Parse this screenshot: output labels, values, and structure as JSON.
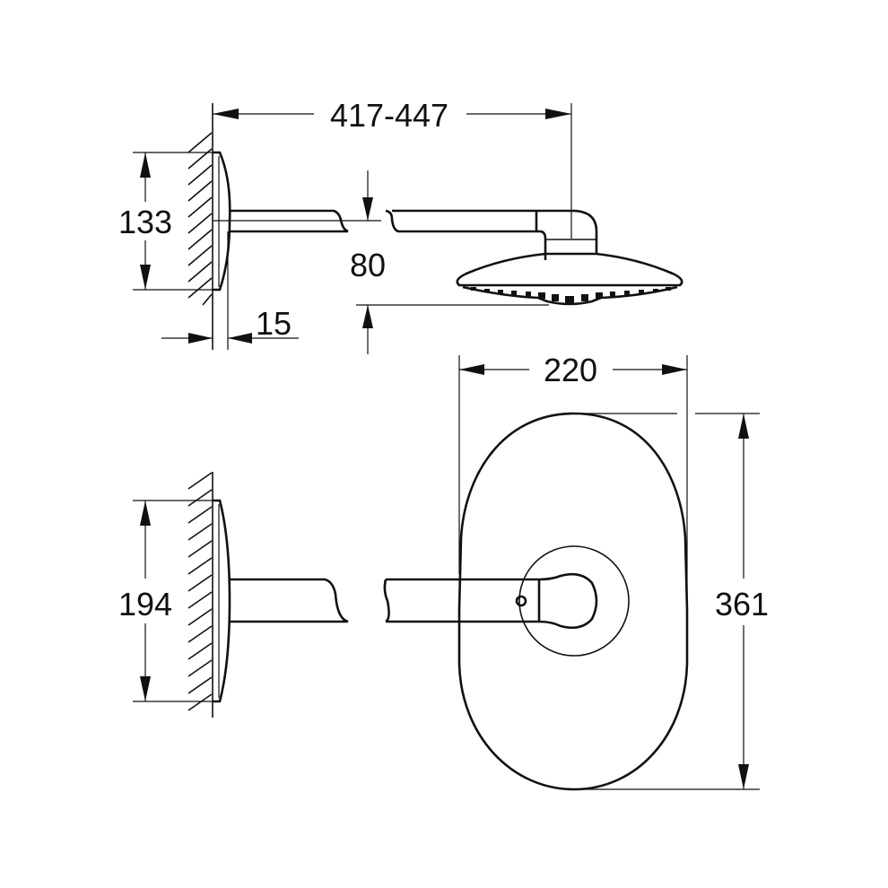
{
  "drawing": {
    "title": "Shower head with wall arm — dimension drawing",
    "units": "mm",
    "views": [
      {
        "name": "side-view-top",
        "description": "Side elevation: wall rosette, arm, shower head"
      },
      {
        "name": "side-view-bottom",
        "description": "Side elevation of rosette and arm (wider section)"
      },
      {
        "name": "front-view",
        "description": "Front view of oval shower head with arm connection"
      }
    ]
  },
  "dimensions": {
    "arm_length": "417-447",
    "rosette_height_top": "133",
    "arm_drop": "80",
    "rosette_depth": "15",
    "head_width": "220",
    "rosette_height_bottom": "194",
    "head_length": "361"
  },
  "colors": {
    "line": "#111111",
    "background": "#ffffff"
  }
}
